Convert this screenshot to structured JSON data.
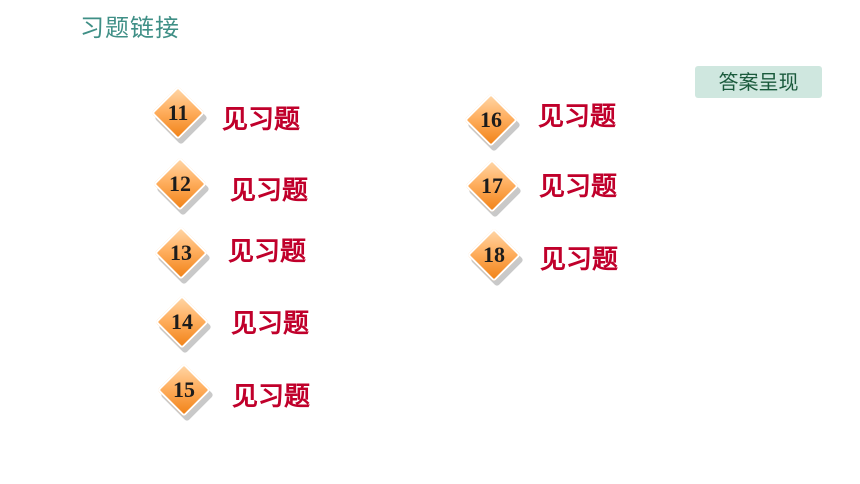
{
  "title": "习题链接",
  "answer_button": "答案呈现",
  "left_items": [
    {
      "number": "11",
      "label": "见习题"
    },
    {
      "number": "12",
      "label": "见习题"
    },
    {
      "number": "13",
      "label": "见习题"
    },
    {
      "number": "14",
      "label": "见习题"
    },
    {
      "number": "15",
      "label": "见习题"
    }
  ],
  "right_items": [
    {
      "number": "16",
      "label": "见习题"
    },
    {
      "number": "17",
      "label": "见习题"
    },
    {
      "number": "18",
      "label": "见习题"
    }
  ],
  "colors": {
    "title": "#3f8f86",
    "label": "#c0002b",
    "button_bg": "#cfe7df",
    "diamond_orange": "#f07f12"
  }
}
